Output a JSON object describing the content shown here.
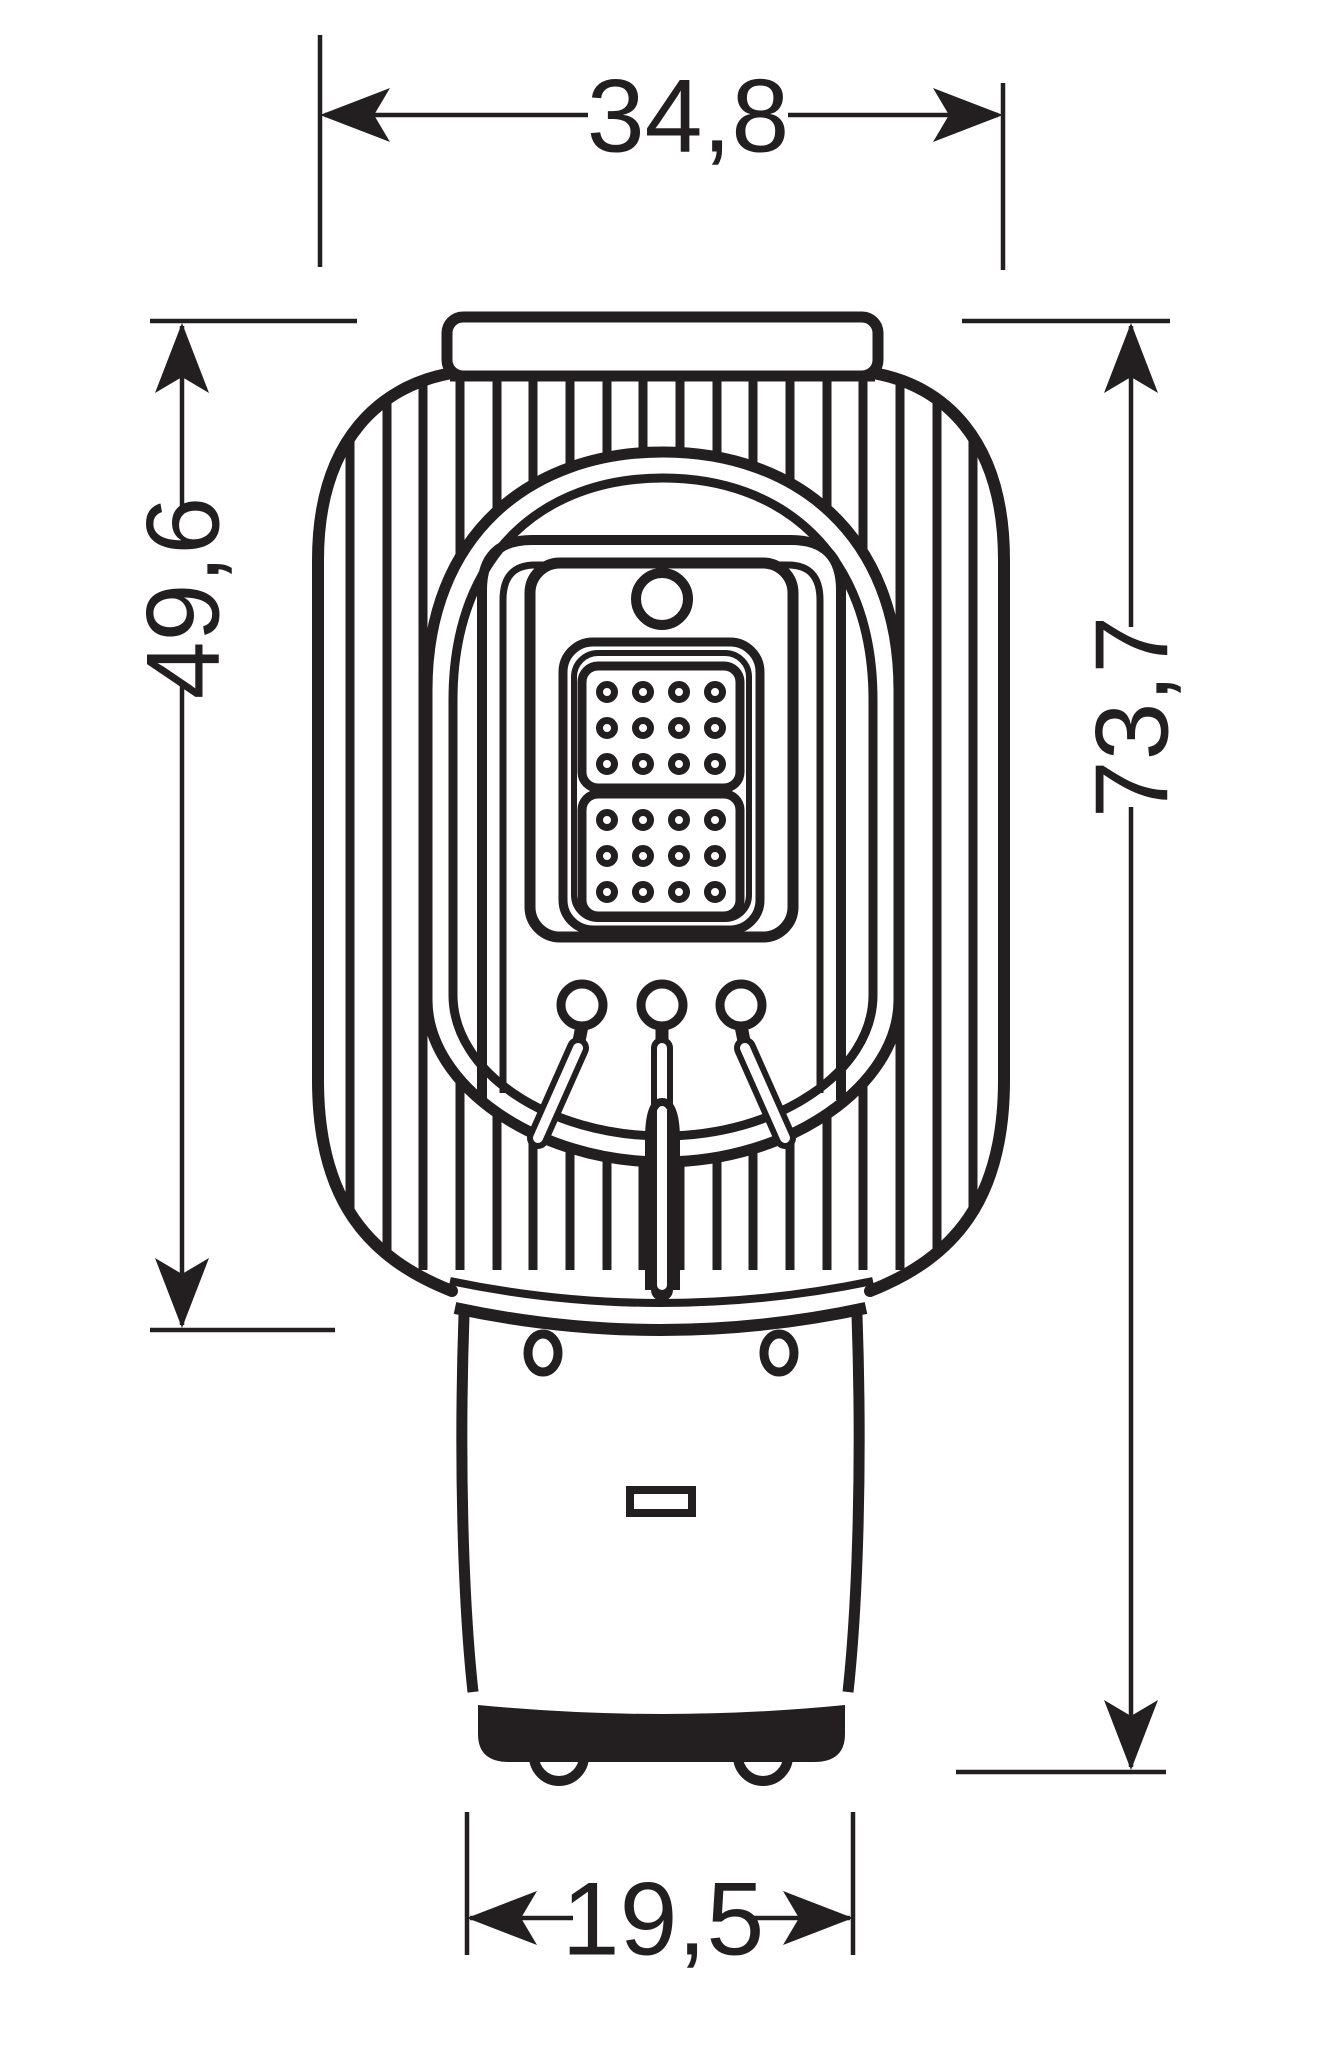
{
  "diagram": {
    "type": "technical-dimension-drawing",
    "background_color": "#ffffff",
    "ink_color": "#231f20",
    "dimensions": {
      "overall_width": "34,8",
      "body_height": "49,6",
      "total_height": "73,7",
      "base_width": "19,5"
    },
    "led_grid": {
      "modules": 2,
      "columns": 4,
      "rows": 3
    }
  }
}
